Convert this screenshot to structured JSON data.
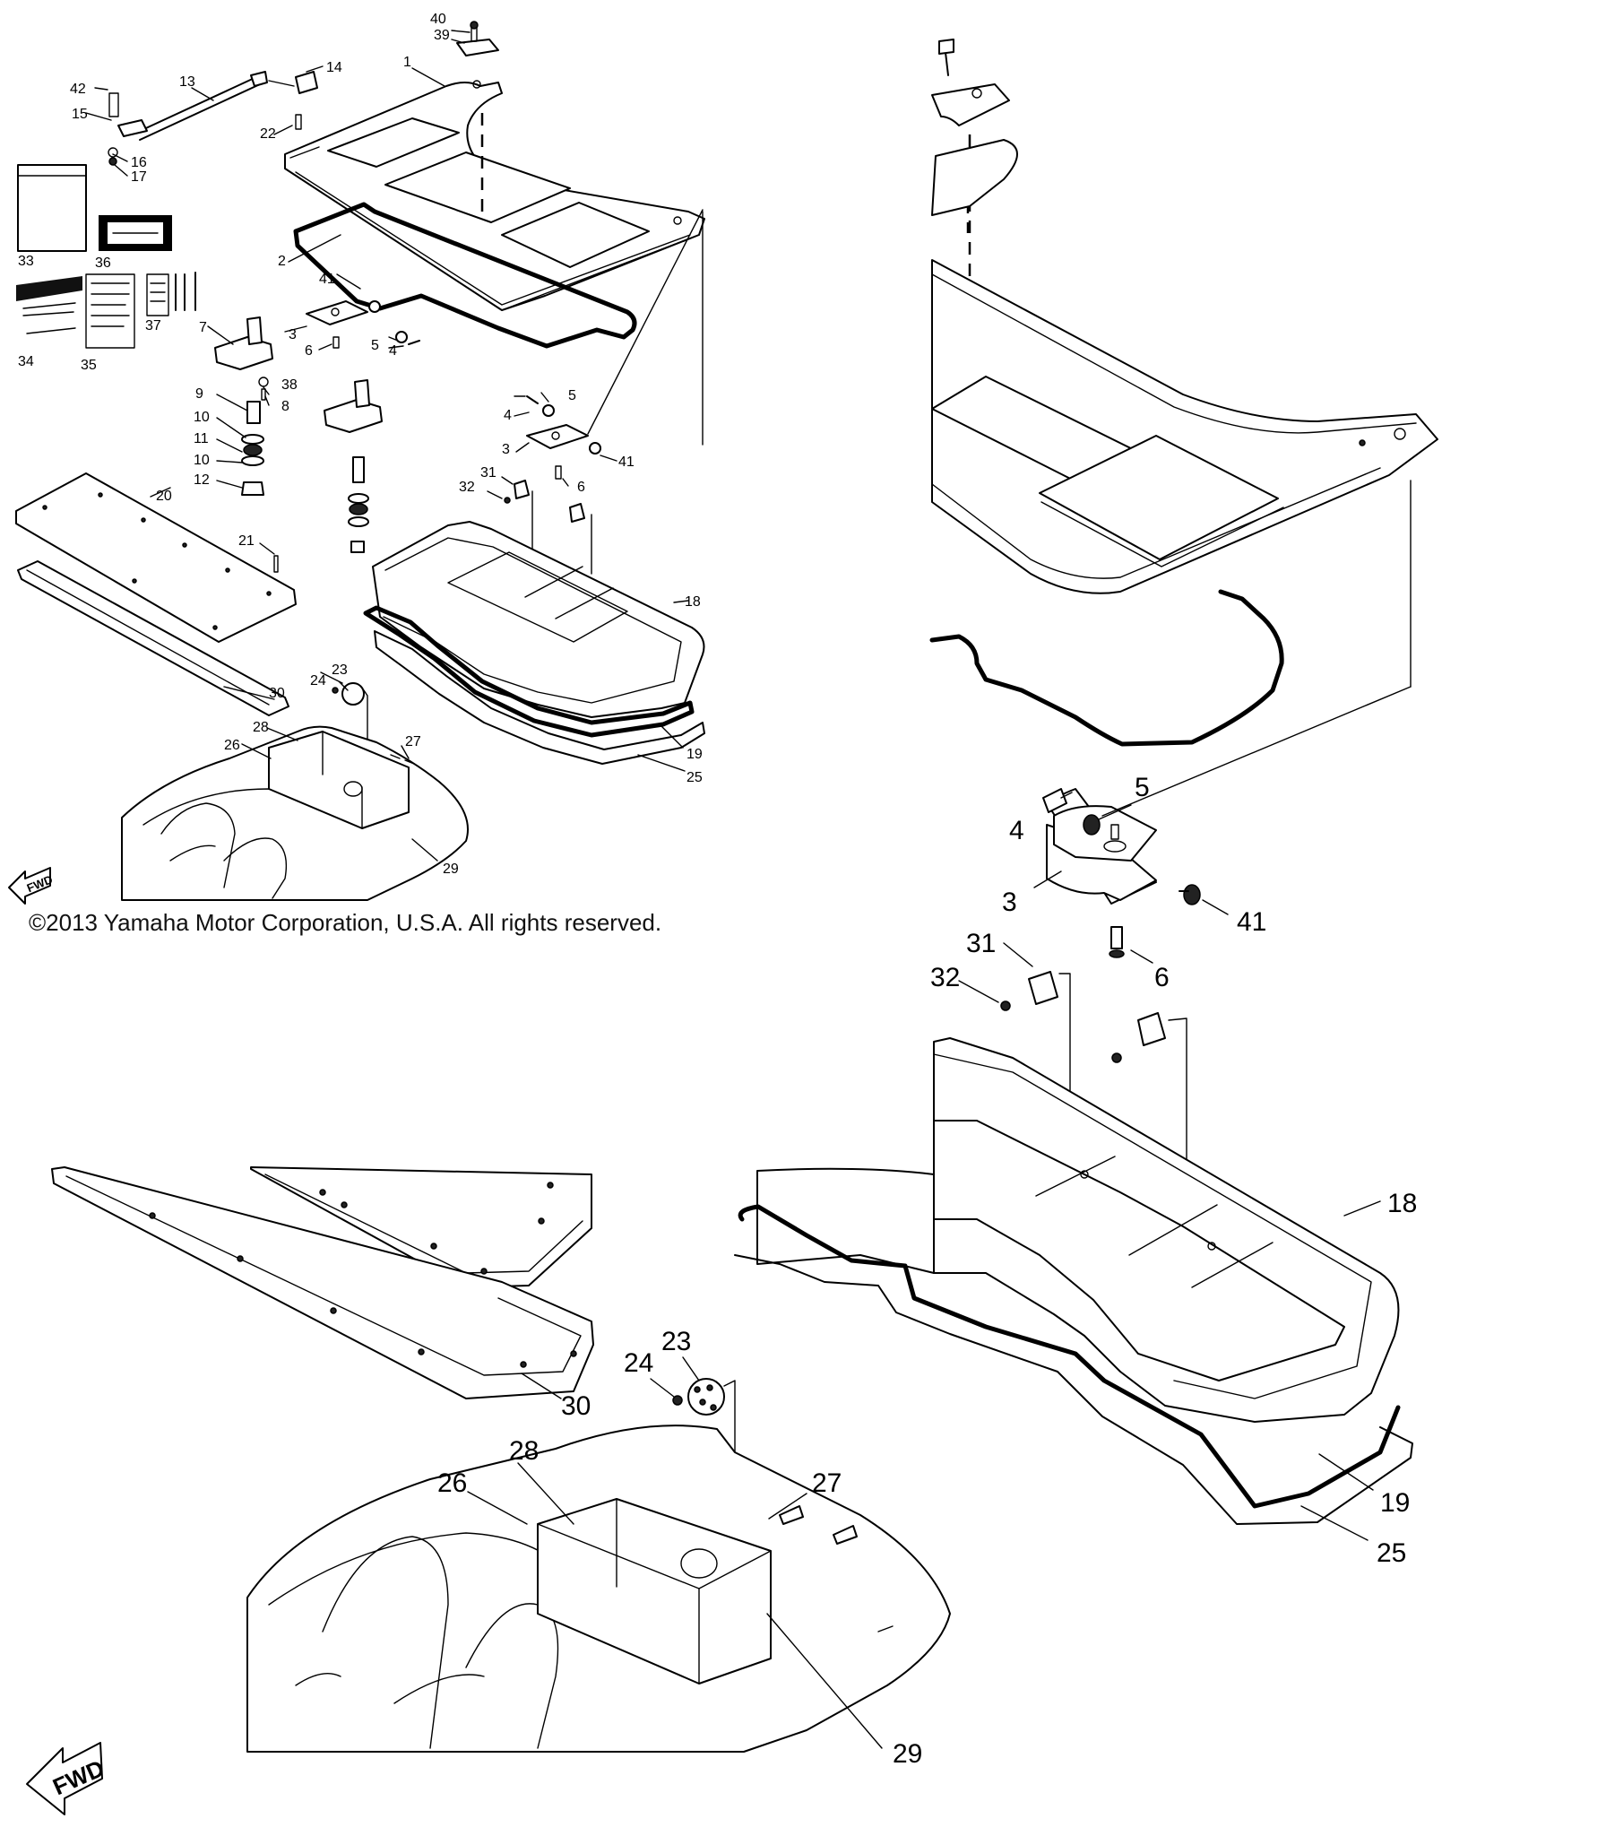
{
  "copyright": "©2013 Yamaha Motor Corporation, U.S.A. All rights reserved.",
  "fwd_label": "FWD",
  "overview_callouts": [
    "1",
    "2",
    "3",
    "3",
    "4",
    "4",
    "5",
    "5",
    "6",
    "6",
    "7",
    "8",
    "9",
    "10",
    "10",
    "11",
    "12",
    "13",
    "14",
    "15",
    "16",
    "17",
    "18",
    "19",
    "20",
    "21",
    "22",
    "23",
    "24",
    "25",
    "26",
    "27",
    "28",
    "29",
    "30",
    "31",
    "32",
    "33",
    "34",
    "35",
    "36",
    "37",
    "38",
    "39",
    "40",
    "41",
    "41",
    "42"
  ],
  "detail_right_callouts": [
    "4",
    "5",
    "3",
    "41",
    "31",
    "32",
    "6",
    "18",
    "19",
    "25"
  ],
  "detail_bottom_callouts": [
    "30",
    "24",
    "23",
    "28",
    "26",
    "27",
    "29"
  ]
}
